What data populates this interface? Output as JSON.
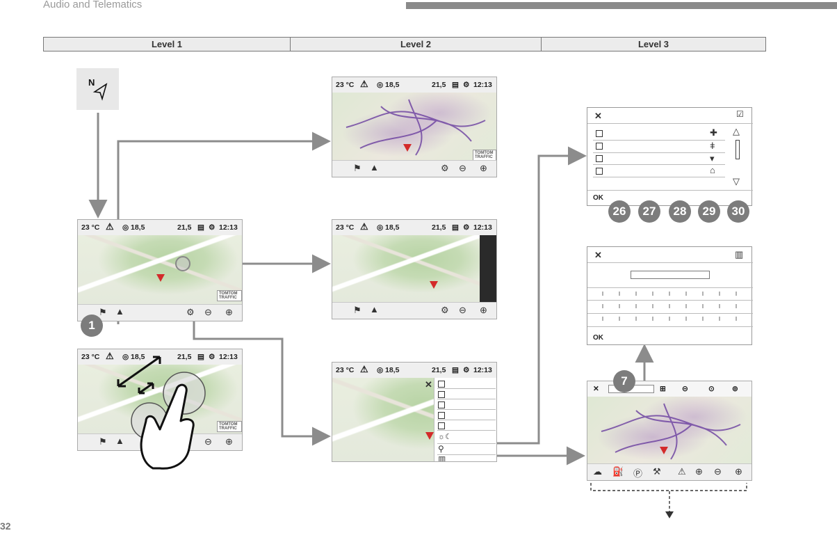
{
  "header": {
    "title": "Audio and Telematics"
  },
  "page_number": "32",
  "levels": [
    "Level 1",
    "Level 2",
    "Level 3"
  ],
  "status_bar": {
    "temperature": "23 °C",
    "speed": "18,5",
    "distance": "21,5",
    "time": "12:13"
  },
  "callouts": {
    "one": "1",
    "seven": "7",
    "poi_numbers": [
      "26",
      "27",
      "28",
      "29",
      "30"
    ]
  },
  "buttons": {
    "ok": "OK",
    "close": "✕"
  },
  "traffic_label": "TOMTOM TRAFFIC",
  "icons": [
    "navigation-icon",
    "warning-icon",
    "radio-icon",
    "message-icon",
    "settings-icon",
    "flag-icon",
    "north-icon",
    "map-settings-icon",
    "zoom-out-icon",
    "zoom-in-icon",
    "checkbox-icon",
    "day-night-icon",
    "poi-icon",
    "hand-gesture-icon",
    "weather-icon",
    "fuel-icon",
    "parking-icon"
  ],
  "colors": {
    "arrow": "#8c8c8c",
    "callout": "#7c7c7c",
    "pin": "#d32a2a",
    "route": "#6b3fa0"
  }
}
